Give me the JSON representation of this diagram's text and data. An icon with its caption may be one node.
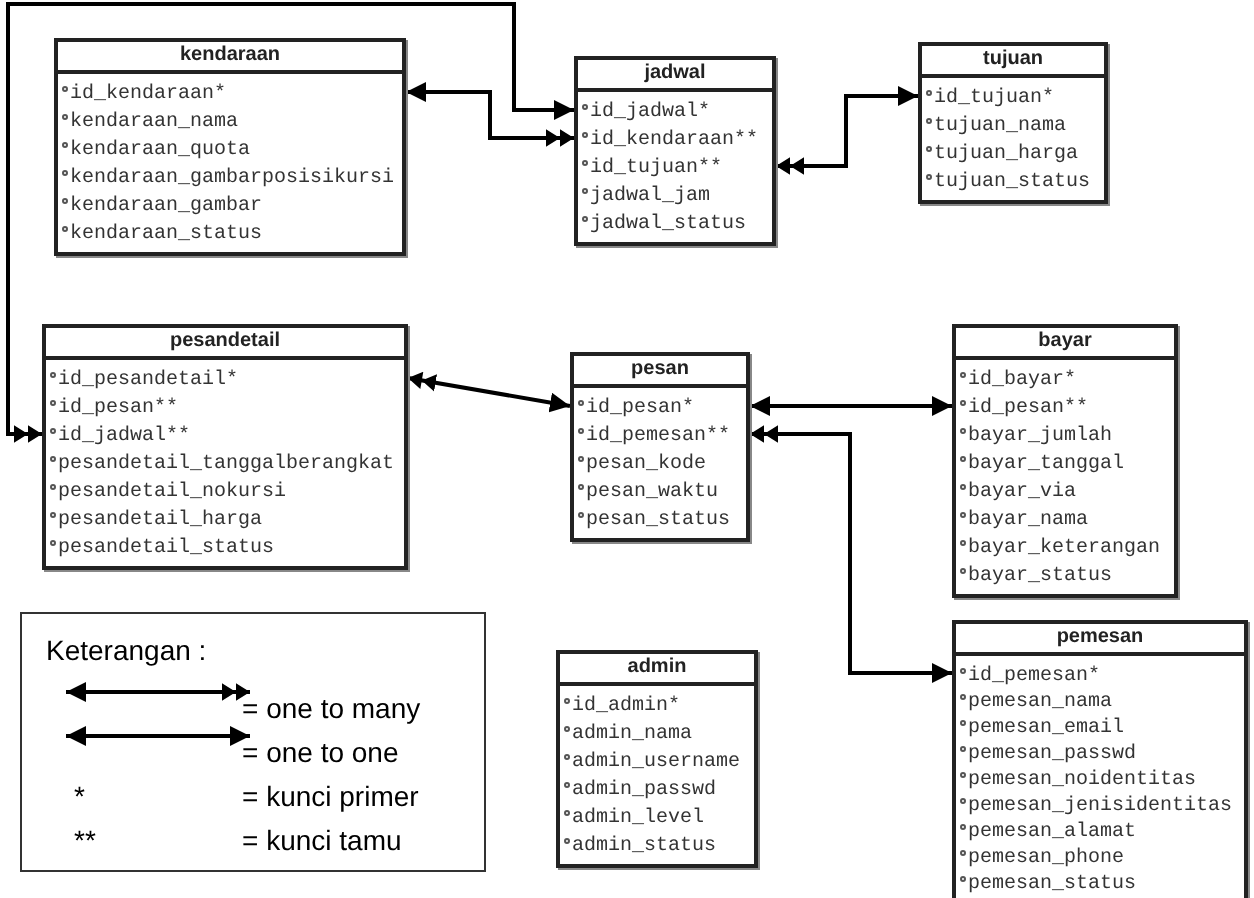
{
  "diagram": {
    "nodes": [
      {
        "text": [
          "kendaraan",
          "id_kendaraan*",
          "kendaraan_nama",
          "kendaraan_quota",
          "kendaraan_gambarposisikursi",
          "kendaraan_gambar",
          "kendaraan_status"
        ]
      },
      {
        "text": [
          "jadwal",
          "id_jadwal*",
          "id_kendaraan**",
          "id_tujuan**",
          "jadwal_jam",
          "jadwal_status"
        ]
      },
      {
        "text": [
          "tujuan",
          "id_tujuan*",
          "tujuan_nama",
          "tujuan_harga",
          "tujuan_status"
        ]
      },
      {
        "text": [
          "pesandetail",
          "id_pesandetail*",
          "id_pesan**",
          "id_jadwal**",
          "pesandetail_tanggalberangkat",
          "pesandetail_nokursi",
          "pesandetail_harga",
          "pesandetail_status"
        ]
      },
      {
        "text": [
          "pesan",
          "id_pesan*",
          "id_pemesan**",
          "pesan_kode",
          "pesan_waktu",
          "pesan_status"
        ]
      },
      {
        "text": [
          "bayar",
          "id_bayar*",
          "id_pesan**",
          "bayar_jumlah",
          "bayar_tanggal",
          "bayar_via",
          "bayar_nama",
          "bayar_keterangan",
          "bayar_status"
        ]
      },
      {
        "text": [
          "admin",
          "id_admin*",
          "admin_nama",
          "admin_username",
          "admin_passwd",
          "admin_level",
          "admin_status"
        ]
      },
      {
        "text": [
          "pemesan",
          "id_pemesan*",
          "pemesan_nama",
          "pemesan_email",
          "pemesan_passwd",
          "pemesan_noidentitas",
          "pemesan_jenisidentitas",
          "pemesan_alamat",
          "pemesan_phone",
          "pemesan_status"
        ]
      }
    ],
    "edges": [
      {
        "from": 0,
        "to": 1,
        "arrow": "both"
      },
      {
        "from": 1,
        "to": 3,
        "arrow": "both"
      },
      {
        "from": 2,
        "to": 1,
        "arrow": "both"
      },
      {
        "from": 4,
        "to": 3,
        "arrow": "both"
      },
      {
        "from": 4,
        "to": 5,
        "arrow": "both"
      },
      {
        "from": 7,
        "to": 4,
        "arrow": "both"
      }
    ],
    "labels": [
      "Keterangan :",
      "*",
      "= kunci primer",
      "**",
      "= kunci tamu"
    ],
    "legend": [
      {
        "text": "= one to many"
      },
      {
        "text": "= one to one"
      }
    ]
  }
}
